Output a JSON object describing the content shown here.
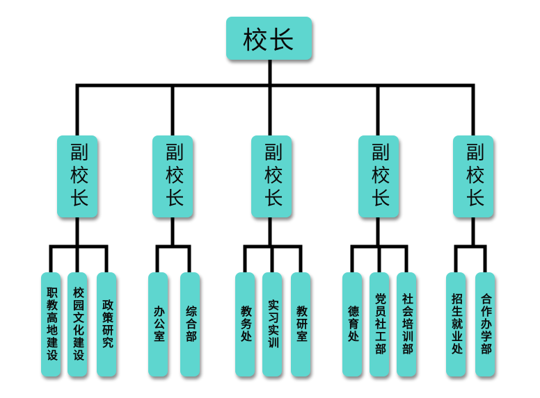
{
  "root": {
    "label": "校长"
  },
  "colors": {
    "node_fill": "#5ed6cf",
    "line": "#000000"
  },
  "branches": [
    {
      "label": "副校长",
      "units": [
        "职教高地建设",
        "校园文化建设",
        "政策研究"
      ]
    },
    {
      "label": "副校长",
      "units": [
        "办公室",
        "综合部"
      ]
    },
    {
      "label": "副校长",
      "units": [
        "教务处",
        "实习实训",
        "教研室"
      ]
    },
    {
      "label": "副校长",
      "units": [
        "德育处",
        "党员社工部",
        "社会培训部"
      ]
    },
    {
      "label": "副校长",
      "units": [
        "招生就业处",
        "合作办学部"
      ]
    }
  ]
}
